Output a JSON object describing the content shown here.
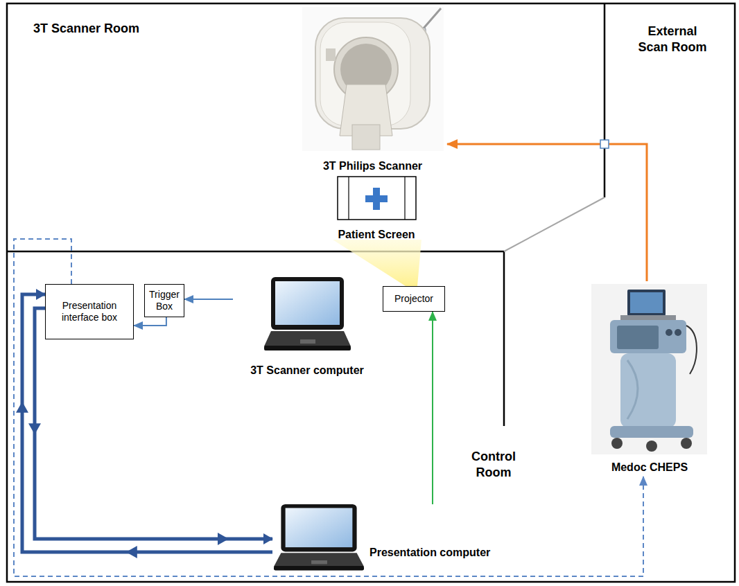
{
  "diagram": {
    "nodes": [
      {
        "text": [
          "3T Philips Scanner"
        ]
      },
      {
        "text": [
          "Patient Screen"
        ]
      },
      {
        "text": [
          "Presentation interface box"
        ]
      },
      {
        "text": [
          "Trigger Box"
        ]
      },
      {
        "text": [
          "3T Scanner computer"
        ]
      },
      {
        "text": [
          "Projector"
        ]
      },
      {
        "text": [
          "Medoc CHEPS"
        ]
      },
      {
        "text": [
          "Presentation computer"
        ]
      }
    ],
    "edges": [
      {
        "from": 4,
        "to": 3,
        "arrow": "to"
      },
      {
        "from": 3,
        "to": 2,
        "arrow": "to"
      },
      {
        "from": 7,
        "to": 5,
        "arrow": "to"
      },
      {
        "from": 6,
        "to": 0,
        "arrow": "to"
      },
      {
        "from": 7,
        "to": 2,
        "arrow": "to"
      },
      {
        "from": 2,
        "to": 7,
        "arrow": "to"
      },
      {
        "from": 2,
        "to": 6,
        "arrow": "to"
      }
    ],
    "labels": [
      "3T Scanner Room",
      "External Scan Room",
      "Control Room"
    ]
  }
}
